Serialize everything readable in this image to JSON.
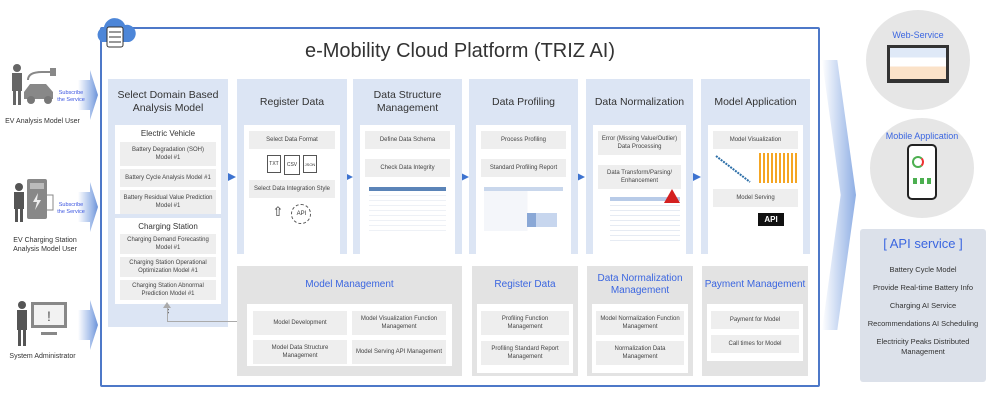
{
  "title": "e-Mobility Cloud Platform (TRIZ AI)",
  "users": [
    {
      "label": "EV Analysis Model User",
      "subscribe": "Subscribe the Service"
    },
    {
      "label": "EV Charging Station Analysis Model User",
      "subscribe": "Subscribe the Service"
    },
    {
      "label": "System Administrator"
    }
  ],
  "select_domain": {
    "title": "Select Domain Based Analysis Model",
    "ev": {
      "title": "Electric Vehicle",
      "items": [
        "Battery Degradation (SOH) Model #1",
        "Battery Cycle Analysis Model #1",
        "Battery Residual Value Prediction Model #1"
      ]
    },
    "cs": {
      "title": "Charging Station",
      "items": [
        "Charging Demand Forecasting Model #1",
        "Charging Station Operational Optimization Model #1",
        "Charging Station Abnormal Prediction Model #1"
      ]
    },
    "more": "⋮"
  },
  "pipeline": [
    {
      "title": "Register Data",
      "items": [
        "Select Data Format",
        "Select Data Integration Style"
      ],
      "formats": [
        "TXT",
        "CSV",
        "JSON"
      ],
      "api": "API"
    },
    {
      "title": "Data Structure Management",
      "items": [
        "Define Data Schema",
        "Check Data Integrity"
      ]
    },
    {
      "title": "Data Profiling",
      "items": [
        "Process Profiling",
        "Standard Profiling Report"
      ]
    },
    {
      "title": "Data Normalization",
      "items": [
        "Error (Missing Value/Outlier) Data Processing",
        "Data Transform/Parsing/ Enhancement"
      ]
    },
    {
      "title": "Model Application",
      "items": [
        "Model Visualization",
        "Model Serving"
      ],
      "api": "API"
    }
  ],
  "management": [
    {
      "title": "Model Management",
      "items": [
        "Model Development",
        "Model Visualization Function Management",
        "Model Data Structure Management",
        "Model Serving API Management"
      ]
    },
    {
      "title": "Register Data",
      "items": [
        "Profiling Function Management",
        "Profiling Standard Report Management"
      ]
    },
    {
      "title": "Data Normalization Management",
      "items": [
        "Model Normalization Function Management",
        "Normalization Data Management"
      ]
    },
    {
      "title": "Payment Management",
      "items": [
        "Payment for Model",
        "Call times for Model"
      ]
    }
  ],
  "outputs": {
    "web": "Web-Service",
    "mobile": "Mobile Application",
    "api": {
      "title": "[ API service ]",
      "items": [
        "Battery Cycle Model",
        "Provide Real-time Battery Info",
        "Charging AI Service",
        "Recommendations AI Scheduling",
        "Electricity Peaks Distributed Management"
      ]
    }
  },
  "colors": {
    "accent": "#3b66e0",
    "frame": "#4d78c8",
    "column": "#dce5f4",
    "mgmt": "#e3e3e3"
  }
}
